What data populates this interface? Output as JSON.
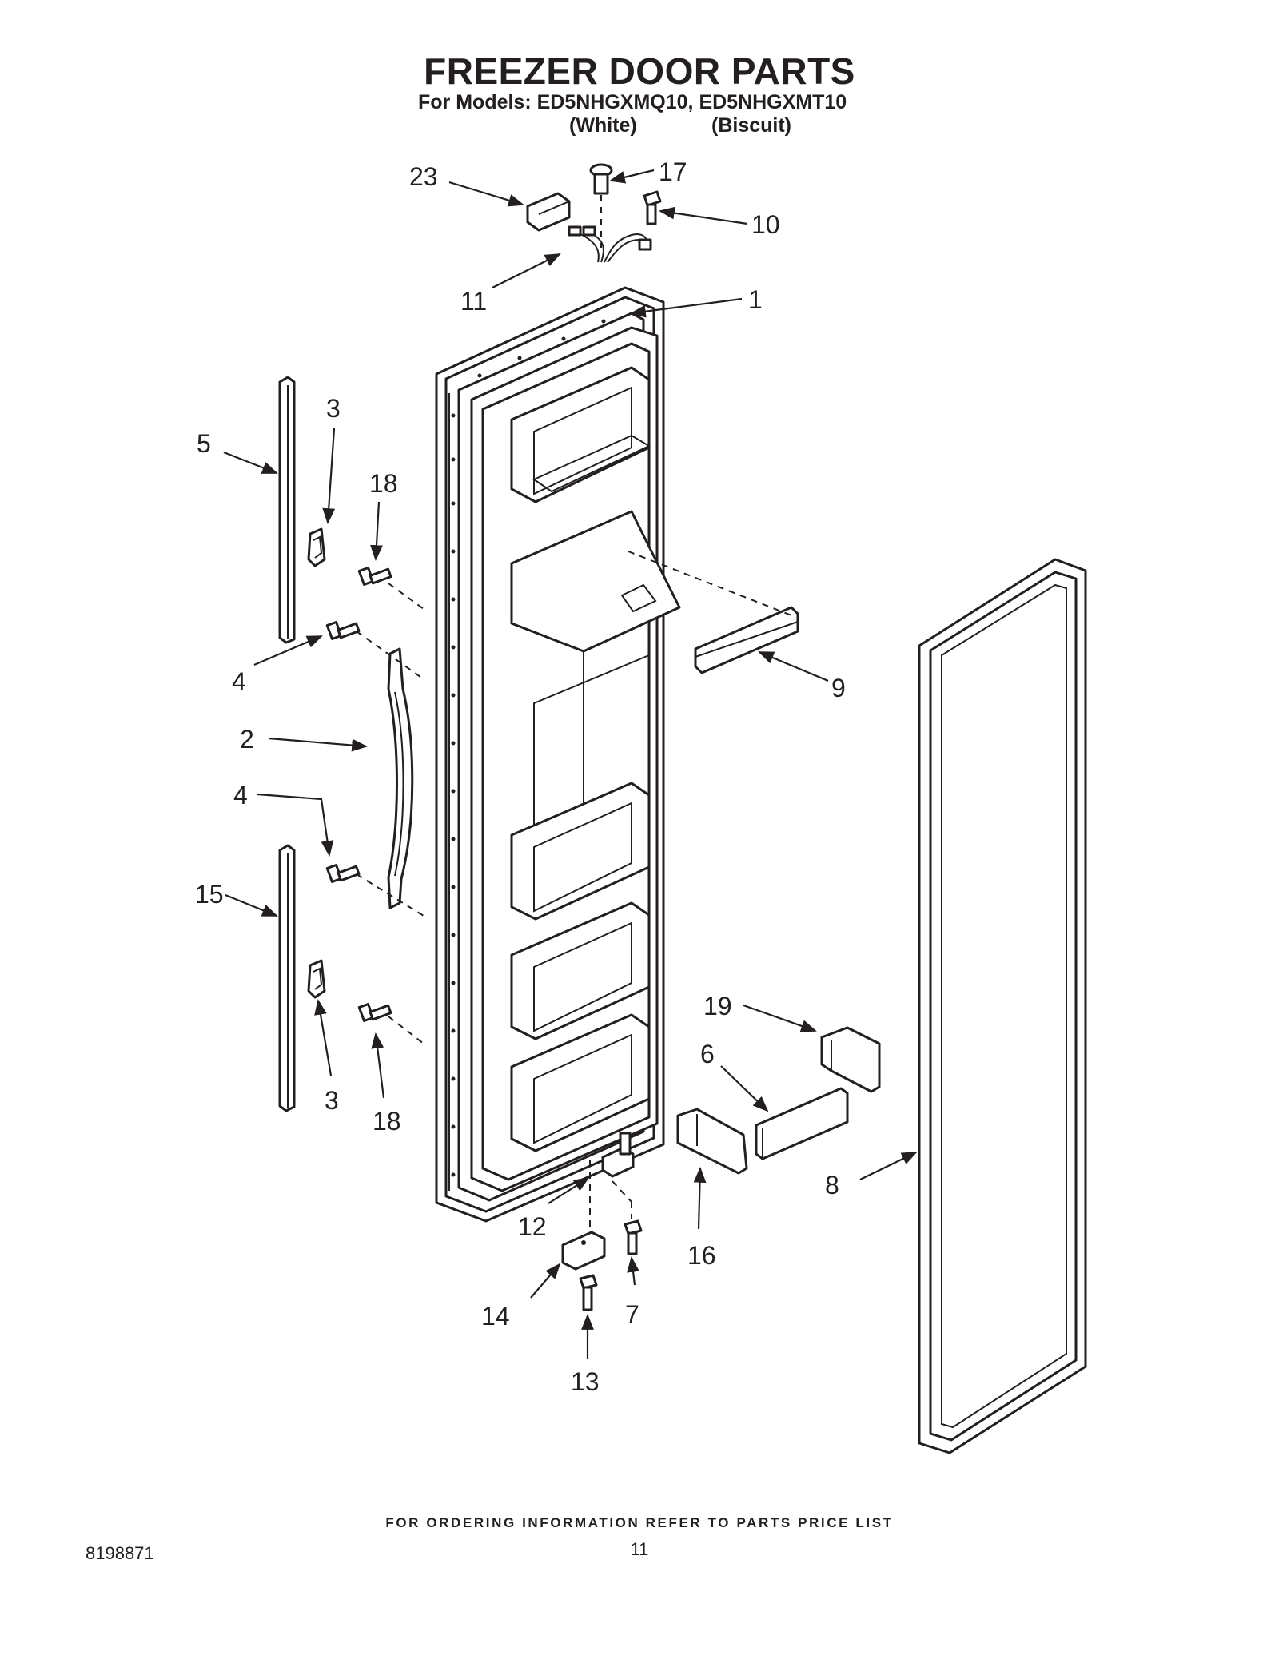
{
  "header": {
    "title": "FREEZER DOOR PARTS",
    "subtitle": "For Models: ED5NHGXMQ10, ED5NHGXMT10",
    "variants": [
      "(White)",
      "(Biscuit)"
    ]
  },
  "callouts": {
    "c1": "1",
    "c2": "2",
    "c3a": "3",
    "c3b": "3",
    "c4a": "4",
    "c4b": "4",
    "c5": "5",
    "c6": "6",
    "c7": "7",
    "c8": "8",
    "c9": "9",
    "c10": "10",
    "c11": "11",
    "c12": "12",
    "c13": "13",
    "c14": "14",
    "c15": "15",
    "c16": "16",
    "c17": "17",
    "c18a": "18",
    "c18b": "18",
    "c19": "19",
    "c23": "23"
  },
  "footer": {
    "note": "FOR ORDERING INFORMATION REFER TO PARTS PRICE LIST",
    "doc_number": "8198871",
    "page_number": "11"
  }
}
